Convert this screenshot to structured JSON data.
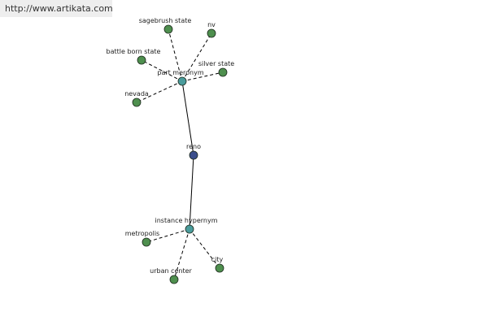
{
  "watermark": {
    "url": "http://www.artikata.com"
  },
  "colors": {
    "center": "#3b4e8c",
    "relation": "#4a9c9c",
    "leaf": "#4e8f4e",
    "edge": "#000000",
    "node_stroke": "#1d2a1d"
  },
  "center": {
    "id": "reno",
    "label": "reno"
  },
  "relations": [
    {
      "id": "part-meronym",
      "label": "part meronym",
      "leaves": [
        {
          "id": "sagebrush-state",
          "label": "sagebrush state"
        },
        {
          "id": "nv",
          "label": "nv"
        },
        {
          "id": "battle-born-state",
          "label": "battle born state"
        },
        {
          "id": "silver-state",
          "label": "silver state"
        },
        {
          "id": "nevada",
          "label": "nevada"
        }
      ]
    },
    {
      "id": "instance-hypernym",
      "label": "instance hypernym",
      "leaves": [
        {
          "id": "metropolis",
          "label": "metropolis"
        },
        {
          "id": "city",
          "label": "city"
        },
        {
          "id": "urban-center",
          "label": "urban center"
        }
      ]
    }
  ]
}
